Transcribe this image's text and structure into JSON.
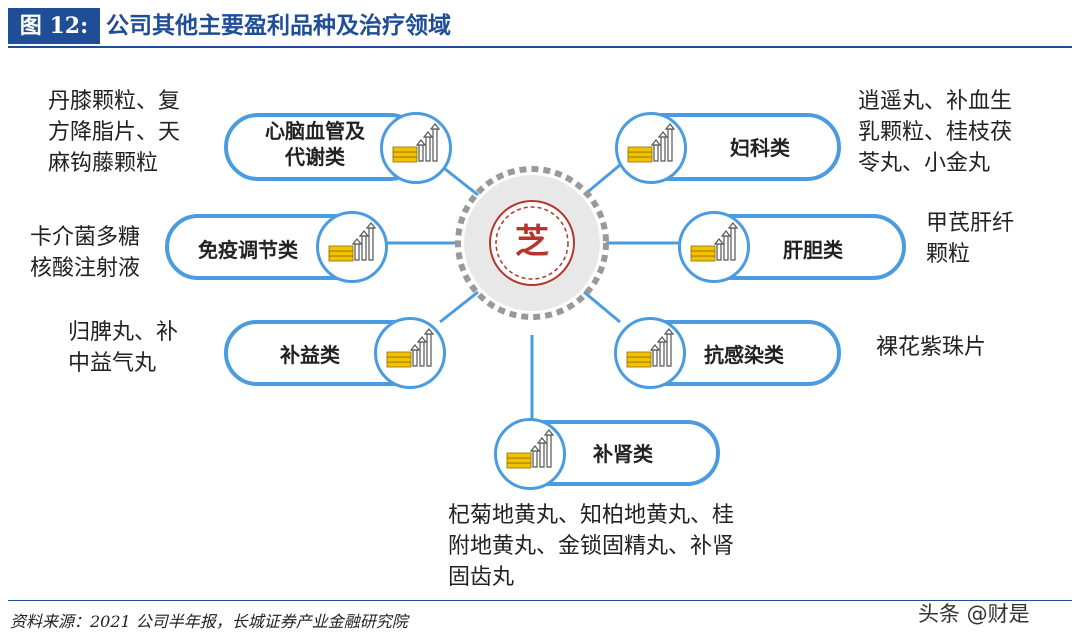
{
  "header": {
    "figure_label": "图 12:",
    "title": "公司其他主要盈利品种及治疗领域"
  },
  "center_logo": {
    "glyph": "芝"
  },
  "categories": [
    {
      "label_line1": "心脑血管及",
      "label_line2": "代谢类",
      "products": "丹膝颗粒、复\n方降脂片、天\n麻钩藤颗粒"
    },
    {
      "label_line1": "妇科类",
      "label_line2": "",
      "products": "逍遥丸、补血生\n乳颗粒、桂枝茯\n苓丸、小金丸"
    },
    {
      "label_line1": "免疫调节类",
      "label_line2": "",
      "products": "卡介菌多糖\n核酸注射液"
    },
    {
      "label_line1": "肝胆类",
      "label_line2": "",
      "products": "甲芪肝纤\n颗粒"
    },
    {
      "label_line1": "补益类",
      "label_line2": "",
      "products": "归脾丸、补\n中益气丸"
    },
    {
      "label_line1": "抗感染类",
      "label_line2": "",
      "products": "裸花紫珠片"
    },
    {
      "label_line1": "补肾类",
      "label_line2": "",
      "products": "杞菊地黄丸、知柏地黄丸、桂\n附地黄丸、金锁固精丸、补肾\n固齿丸"
    }
  ],
  "source": "资料来源：2021 公司半年报，长城证券产业金融研究院",
  "watermark": "头条 @财是",
  "colors": {
    "accent": "#4a9be0",
    "header": "#1f4e96",
    "coin": "#f2c200",
    "logo_red": "#b5352b"
  }
}
